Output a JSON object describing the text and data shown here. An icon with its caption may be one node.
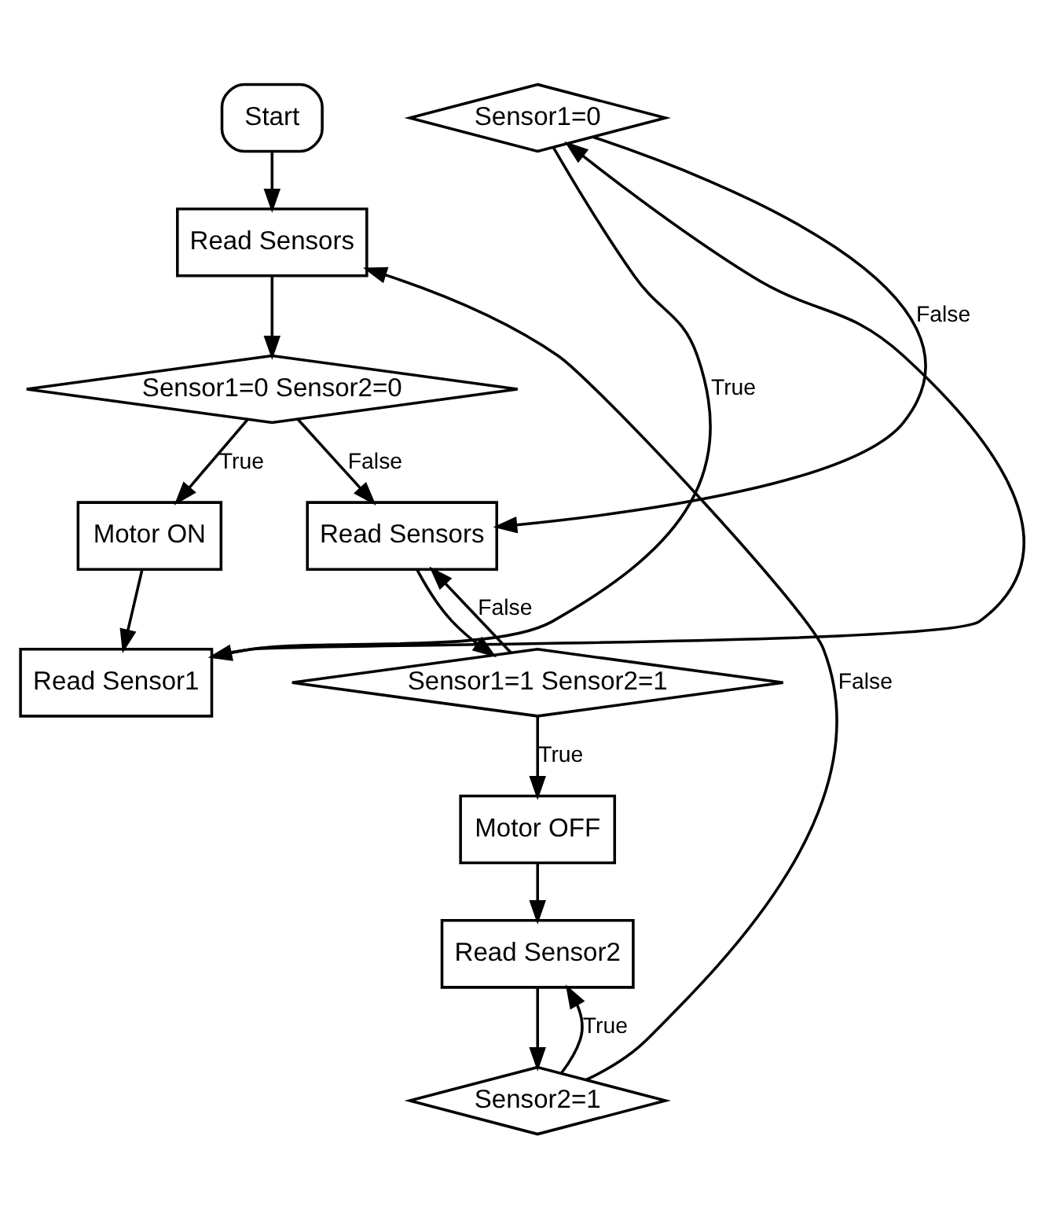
{
  "diagram": {
    "nodes": [
      {
        "text": [
          "Start"
        ]
      },
      {
        "text": [
          "Read Sensors"
        ]
      },
      {
        "text": [
          "Sensor1=0 Sensor2=0"
        ]
      },
      {
        "text": [
          "Motor ON"
        ]
      },
      {
        "text": [
          "Read Sensor1"
        ]
      },
      {
        "text": [
          "Sensor1=0"
        ]
      },
      {
        "text": [
          "Read Sensors"
        ]
      },
      {
        "text": [
          "Sensor1=1 Sensor2=1"
        ]
      },
      {
        "text": [
          "Motor OFF"
        ]
      },
      {
        "text": [
          "Read Sensor2"
        ]
      },
      {
        "text": [
          "Sensor2=1"
        ]
      }
    ],
    "edges": [
      {
        "from": 0,
        "to": 1,
        "arrow": "to"
      },
      {
        "from": 1,
        "to": 2,
        "arrow": "to"
      },
      {
        "from": 2,
        "to": 6,
        "arrow": "to",
        "label": "False"
      },
      {
        "from": 2,
        "to": 3,
        "arrow": "to",
        "label": "True"
      },
      {
        "from": 3,
        "to": 4,
        "arrow": "to"
      },
      {
        "from": 4,
        "to": 5,
        "arrow": "to"
      },
      {
        "from": 5,
        "to": 4,
        "arrow": "to",
        "label": "True"
      },
      {
        "from": 5,
        "to": 6,
        "arrow": "to",
        "label": "False"
      },
      {
        "from": 6,
        "to": 7,
        "arrow": "to"
      },
      {
        "from": 7,
        "to": 6,
        "arrow": "to",
        "label": "False"
      },
      {
        "from": 7,
        "to": 8,
        "arrow": "to",
        "label": "True"
      },
      {
        "from": 8,
        "to": 9,
        "arrow": "to"
      },
      {
        "from": 9,
        "to": 10,
        "arrow": "to"
      },
      {
        "from": 10,
        "to": 9,
        "arrow": "to",
        "label": "True"
      },
      {
        "from": 10,
        "to": 1,
        "arrow": "to",
        "label": "False"
      }
    ]
  }
}
